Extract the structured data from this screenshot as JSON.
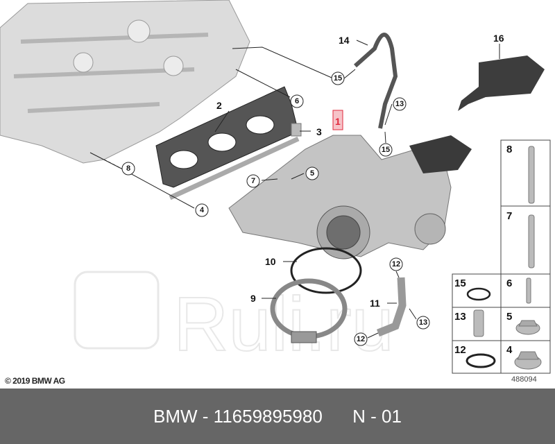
{
  "callouts": {
    "c1": "1",
    "c2": "2",
    "c3": "3",
    "c4": "4",
    "c5": "5",
    "c6": "6",
    "c7": "7",
    "c8": "8",
    "c9": "9",
    "c10": "10",
    "c11": "11",
    "c12a": "12",
    "c12b": "12",
    "c13a": "13",
    "c13b": "13",
    "c14": "14",
    "c15a": "15",
    "c15b": "15",
    "c16": "16"
  },
  "highlight_color": "#e0283c",
  "parts_panel": [
    {
      "number": "8",
      "part": "stud-long"
    },
    {
      "number": "7",
      "part": "stud"
    },
    {
      "number": "15",
      "part": "o-ring"
    },
    {
      "number": "6",
      "part": "dowel-pin"
    },
    {
      "number": "13",
      "part": "bolt"
    },
    {
      "number": "5",
      "part": "flange-nut"
    },
    {
      "number": "12",
      "part": "o-ring"
    },
    {
      "number": "4",
      "part": "flange-nut"
    }
  ],
  "watermark": "Ruli.ru",
  "copyright": "© 2019 BMW AG",
  "diagram_id": "488094",
  "footer": {
    "brand": "BMW",
    "part_number": "11659895980",
    "note": "N - 01"
  }
}
